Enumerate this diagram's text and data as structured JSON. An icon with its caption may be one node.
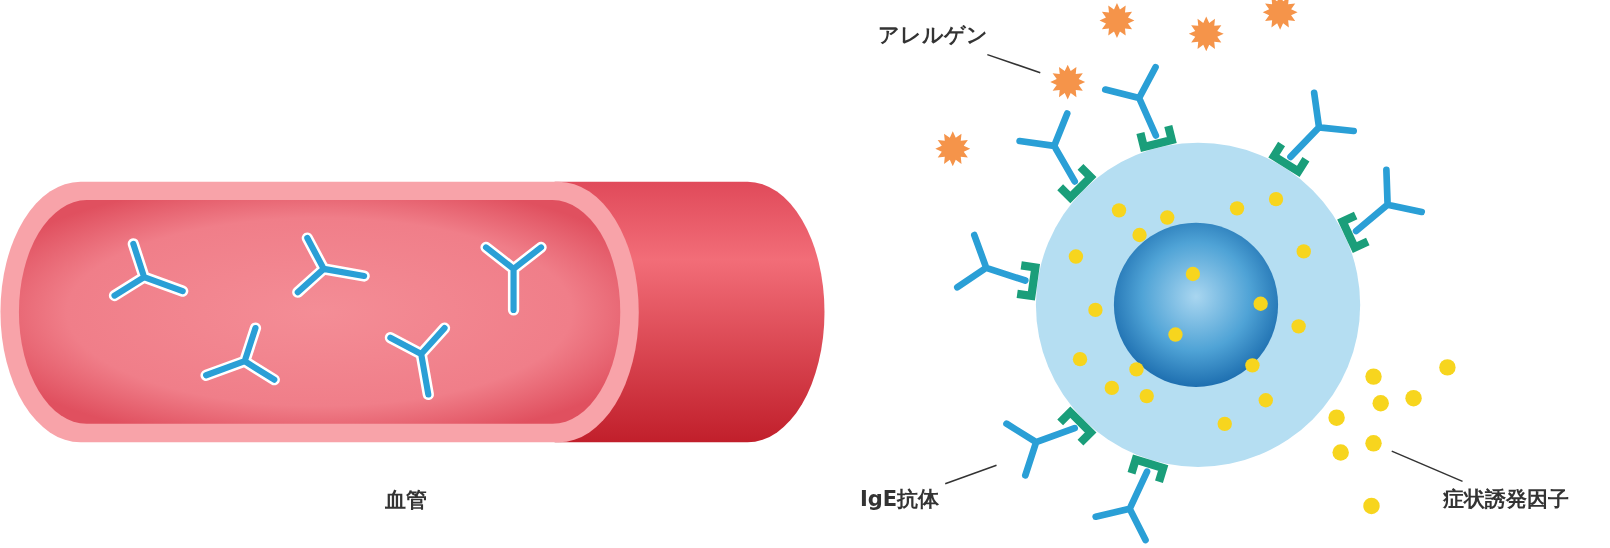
{
  "diagram": {
    "nodes": [
      {
        "text": [
          "アレルゲン"
        ]
      },
      {
        "text": [],
        "shape": "picture"
      },
      {
        "text": [
          "IgE抗体"
        ]
      },
      {
        "text": [],
        "shape": "picture"
      },
      {
        "text": [
          "症状誘発因子"
        ]
      },
      {
        "text": [],
        "shape": "circle"
      },
      {
        "text": [],
        "shape": "circle"
      },
      {
        "text": [],
        "shape": "circle"
      },
      {
        "text": [],
        "shape": "circle"
      },
      {
        "text": [],
        "shape": "circle"
      },
      {
        "text": [],
        "shape": "circle"
      },
      {
        "text": [],
        "shape": "circle"
      },
      {
        "text": [],
        "shape": "circle"
      }
    ],
    "edges": [
      {
        "from": 0,
        "to": 1,
        "arrow": "none"
      },
      {
        "from": 2,
        "to": 3,
        "arrow": "none"
      },
      {
        "from": 4,
        "to": 9,
        "arrow": "none"
      }
    ],
    "labels": [
      "血管"
    ]
  }
}
